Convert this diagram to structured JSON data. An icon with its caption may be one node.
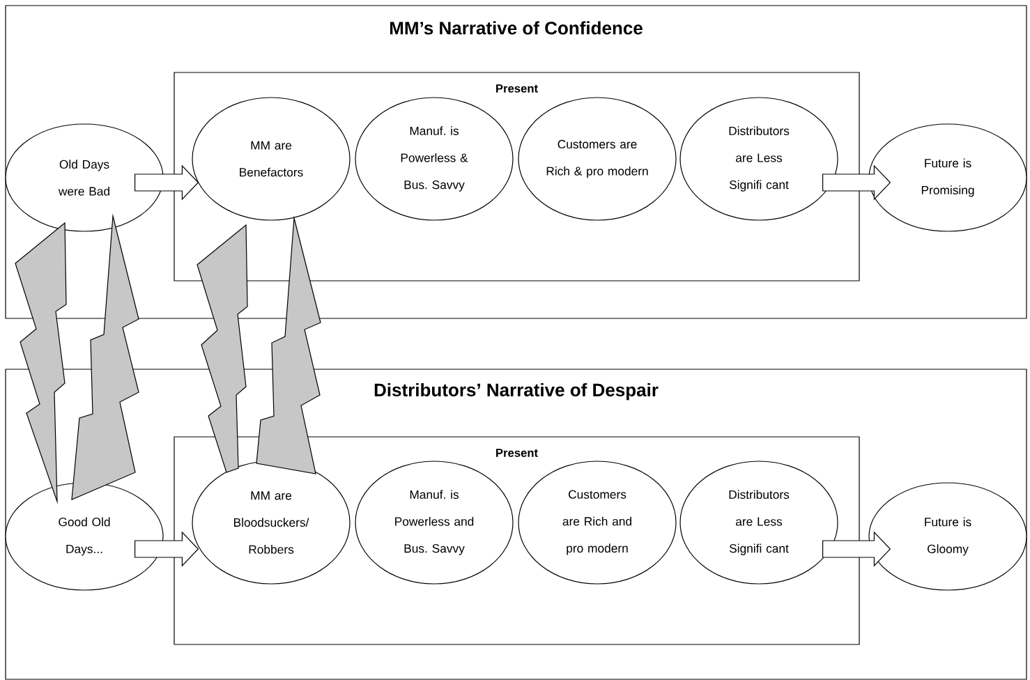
{
  "diagram": {
    "nodes": [
      {
        "text": [
          "MM’s Narrative of Confidence"
        ]
      },
      {
        "text": [
          "Old Days were Bad"
        ],
        "in": 0
      },
      {
        "text": [
          "Present"
        ],
        "in": 0
      },
      {
        "text": [
          "MM are Benefactors"
        ],
        "in": 2
      },
      {
        "text": [
          "Manuf. is Powerless & Bus. Savvy"
        ],
        "in": 2
      },
      {
        "text": [
          "Customers are Rich & pro modern"
        ],
        "in": 2
      },
      {
        "text": [
          "Distributors are Less Signifi cant"
        ],
        "in": 2
      },
      {
        "text": [
          "Future is Promising"
        ],
        "in": 0
      },
      {
        "text": [
          "Distributors’ Narrative of Despair"
        ]
      },
      {
        "text": [
          "Good Old Days..."
        ],
        "in": 8
      },
      {
        "text": [
          "Present"
        ],
        "in": 8
      },
      {
        "text": [
          "MM are Bloodsuckers/ Robbers"
        ],
        "in": 10
      },
      {
        "text": [
          "Manuf. is Powerless and Bus. Savvy"
        ],
        "in": 10
      },
      {
        "text": [
          "Customers are Rich and pro modern"
        ],
        "in": 10
      },
      {
        "text": [
          "Distributors are Less Signifi cant"
        ],
        "in": 10
      },
      {
        "text": [
          "Future is Gloomy"
        ],
        "in": 8
      }
    ],
    "edges": [
      {
        "from": 1,
        "to": 3,
        "arrow": "to"
      },
      {
        "from": 6,
        "to": 7,
        "arrow": "to"
      },
      {
        "from": 9,
        "to": 11,
        "arrow": "to"
      },
      {
        "from": 14,
        "to": 15,
        "arrow": "to"
      },
      {
        "from": 9,
        "to": 1,
        "arrow": "to"
      },
      {
        "from": 1,
        "to": 9,
        "arrow": "to"
      },
      {
        "from": 11,
        "to": 3,
        "arrow": "to"
      },
      {
        "from": 3,
        "to": 11,
        "arrow": "to"
      }
    ]
  }
}
